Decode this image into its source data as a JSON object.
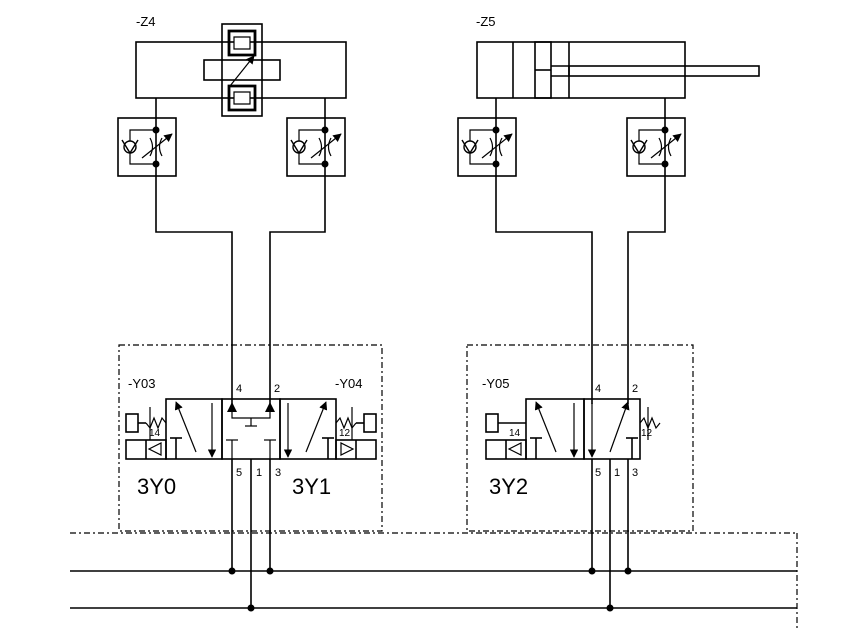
{
  "components": {
    "rotary_actuator": {
      "tag": "-Z4"
    },
    "cylinder": {
      "tag": "-Z5"
    },
    "valve_left": {
      "tag_left": "-Y03",
      "tag_right": "-Y04",
      "name_left": "3Y0",
      "name_right": "3Y1",
      "port_4": "4",
      "port_2": "2",
      "port_5": "5",
      "port_1": "1",
      "port_3": "3",
      "pilot_14": "14",
      "pilot_12": "12"
    },
    "valve_right": {
      "tag": "-Y05",
      "name": "3Y2",
      "port_4": "4",
      "port_2": "2",
      "port_5": "5",
      "port_1": "1",
      "port_3": "3",
      "pilot_14": "14",
      "pilot_12": "12"
    }
  }
}
